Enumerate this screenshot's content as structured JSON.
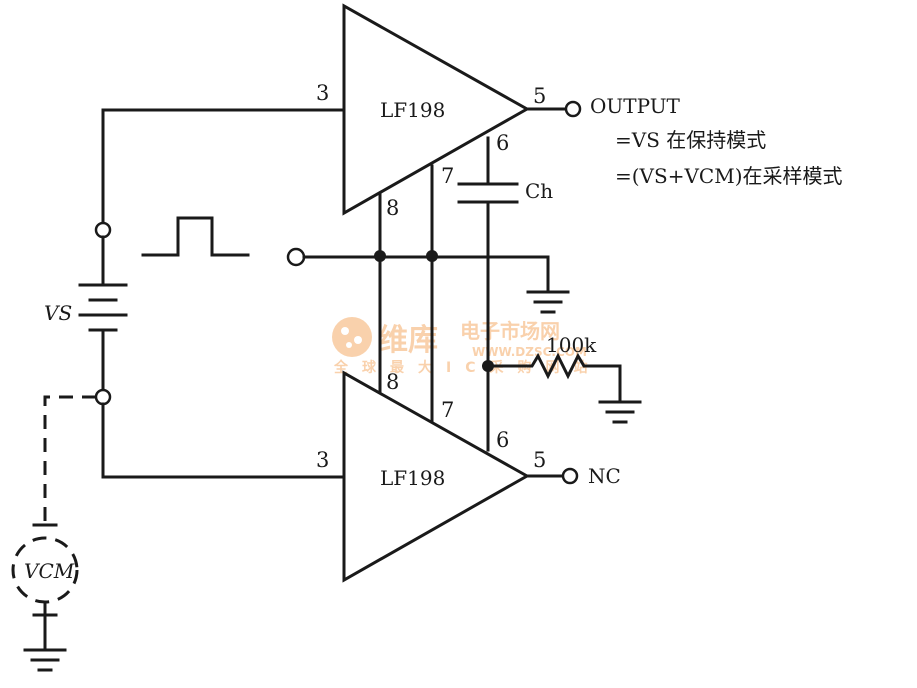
{
  "upper_amp": {
    "name": "LF198",
    "pin3": "3",
    "pin5": "5",
    "pin6": "6",
    "pin7": "7",
    "pin8": "8"
  },
  "lower_amp": {
    "name": "LF198",
    "pin3": "3",
    "pin5": "5",
    "pin6": "6",
    "pin7": "7",
    "pin8": "8"
  },
  "output_label": "OUTPUT",
  "output_notes": [
    "=VS 在保持模式",
    "=(VS+VCM)在采样模式"
  ],
  "hold_cap": "Ch",
  "resistor": "100k",
  "nc_label": "NC",
  "source_vs": "VS",
  "source_vcm": "VCM",
  "watermark": {
    "brand": "维库",
    "site": "电子市场网",
    "slogan": "全球最大IC采购网站",
    "url": "WWW.DZSC.COM"
  }
}
